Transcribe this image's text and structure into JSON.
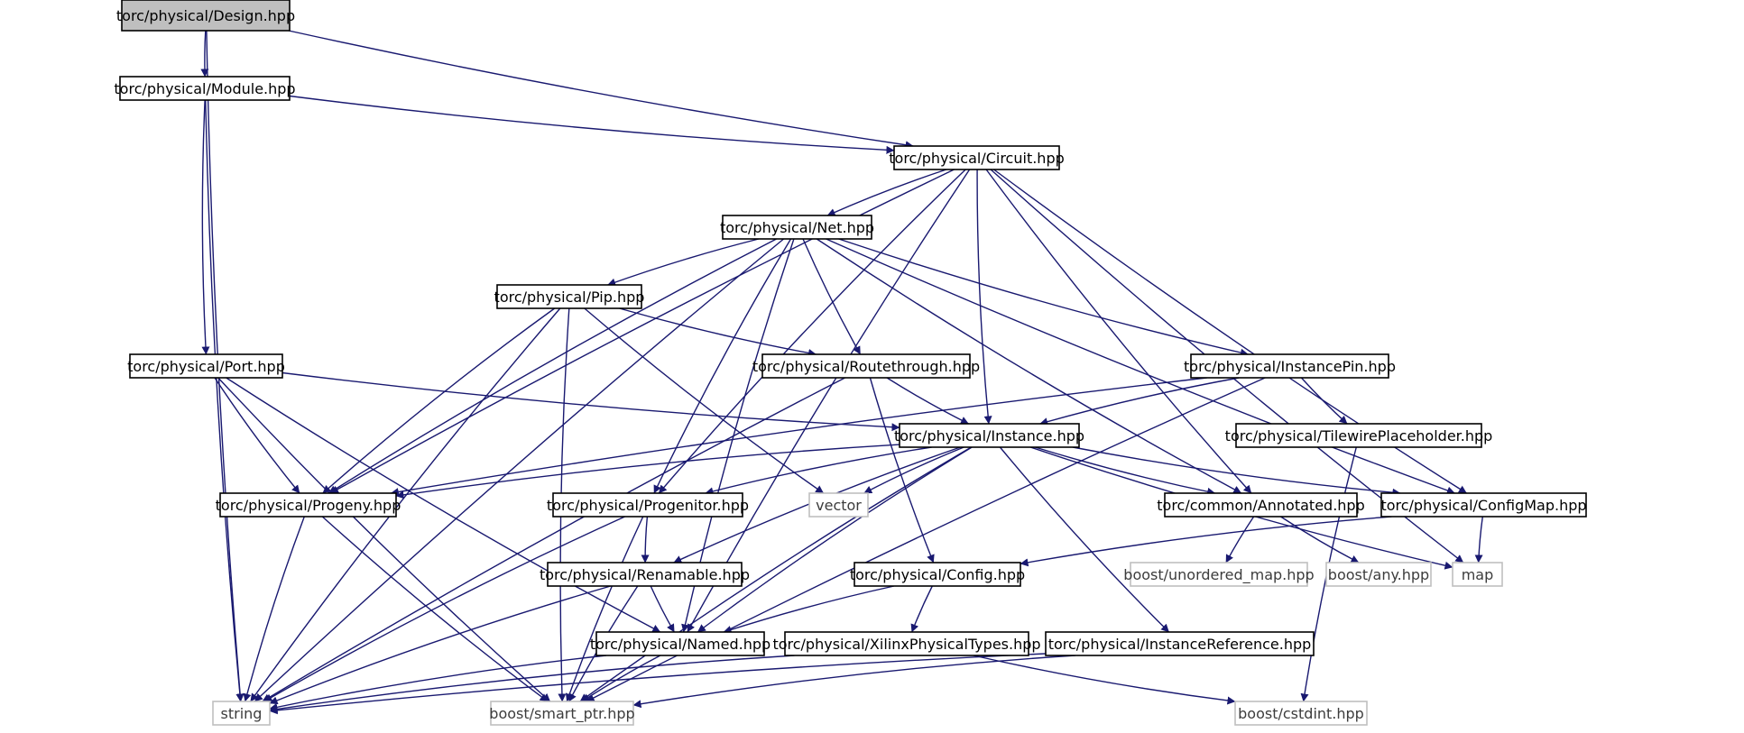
{
  "colors": {
    "edge": "#191970",
    "arrow": "#191970",
    "node_border": "#000000",
    "external_border": "#bfbfbf",
    "external_text": "#3c3c3c",
    "root_fill": "#bfbfbf",
    "node_fill": "#ffffff"
  },
  "nodes": [
    {
      "id": "design",
      "label": "torc/physical/Design.hpp",
      "kind": "root"
    },
    {
      "id": "module",
      "label": "torc/physical/Module.hpp",
      "kind": "file"
    },
    {
      "id": "circuit",
      "label": "torc/physical/Circuit.hpp",
      "kind": "file"
    },
    {
      "id": "net",
      "label": "torc/physical/Net.hpp",
      "kind": "file"
    },
    {
      "id": "pip",
      "label": "torc/physical/Pip.hpp",
      "kind": "file"
    },
    {
      "id": "port",
      "label": "torc/physical/Port.hpp",
      "kind": "file"
    },
    {
      "id": "routethrough",
      "label": "torc/physical/Routethrough.hpp",
      "kind": "file"
    },
    {
      "id": "instancepin",
      "label": "torc/physical/InstancePin.hpp",
      "kind": "file"
    },
    {
      "id": "tilewire",
      "label": "torc/physical/TilewirePlaceholder.hpp",
      "kind": "file"
    },
    {
      "id": "instance",
      "label": "torc/physical/Instance.hpp",
      "kind": "file"
    },
    {
      "id": "progeny",
      "label": "torc/physical/Progeny.hpp",
      "kind": "file"
    },
    {
      "id": "progenitor",
      "label": "torc/physical/Progenitor.hpp",
      "kind": "file"
    },
    {
      "id": "vector",
      "label": "vector",
      "kind": "external"
    },
    {
      "id": "annotated",
      "label": "torc/common/Annotated.hpp",
      "kind": "file"
    },
    {
      "id": "configmap",
      "label": "torc/physical/ConfigMap.hpp",
      "kind": "file"
    },
    {
      "id": "renamable",
      "label": "torc/physical/Renamable.hpp",
      "kind": "file"
    },
    {
      "id": "config",
      "label": "torc/physical/Config.hpp",
      "kind": "file"
    },
    {
      "id": "unordered",
      "label": "boost/unordered_map.hpp",
      "kind": "external"
    },
    {
      "id": "any",
      "label": "boost/any.hpp",
      "kind": "external"
    },
    {
      "id": "map",
      "label": "map",
      "kind": "external"
    },
    {
      "id": "named",
      "label": "torc/physical/Named.hpp",
      "kind": "file"
    },
    {
      "id": "xilinx",
      "label": "torc/physical/XilinxPhysicalTypes.hpp",
      "kind": "file"
    },
    {
      "id": "instref",
      "label": "torc/physical/InstanceReference.hpp",
      "kind": "file"
    },
    {
      "id": "string",
      "label": "string",
      "kind": "external"
    },
    {
      "id": "smartptr",
      "label": "boost/smart_ptr.hpp",
      "kind": "external"
    },
    {
      "id": "cstdint",
      "label": "boost/cstdint.hpp",
      "kind": "external"
    }
  ],
  "edges": [
    [
      "design",
      "module"
    ],
    [
      "design",
      "circuit"
    ],
    [
      "design",
      "string"
    ],
    [
      "module",
      "circuit"
    ],
    [
      "module",
      "port"
    ],
    [
      "module",
      "string"
    ],
    [
      "circuit",
      "net"
    ],
    [
      "circuit",
      "instance"
    ],
    [
      "circuit",
      "progeny"
    ],
    [
      "circuit",
      "progenitor"
    ],
    [
      "circuit",
      "annotated"
    ],
    [
      "circuit",
      "configmap"
    ],
    [
      "circuit",
      "map"
    ],
    [
      "circuit",
      "named"
    ],
    [
      "net",
      "pip"
    ],
    [
      "net",
      "routethrough"
    ],
    [
      "net",
      "instancepin"
    ],
    [
      "net",
      "progeny"
    ],
    [
      "net",
      "progenitor"
    ],
    [
      "net",
      "named"
    ],
    [
      "net",
      "annotated"
    ],
    [
      "net",
      "configmap"
    ],
    [
      "net",
      "string"
    ],
    [
      "pip",
      "routethrough"
    ],
    [
      "pip",
      "progeny"
    ],
    [
      "pip",
      "vector"
    ],
    [
      "pip",
      "string"
    ],
    [
      "pip",
      "smartptr"
    ],
    [
      "port",
      "instance"
    ],
    [
      "port",
      "progeny"
    ],
    [
      "port",
      "named"
    ],
    [
      "port",
      "smartptr"
    ],
    [
      "routethrough",
      "instance"
    ],
    [
      "routethrough",
      "config"
    ],
    [
      "routethrough",
      "string"
    ],
    [
      "instancepin",
      "instance"
    ],
    [
      "instancepin",
      "tilewire"
    ],
    [
      "instancepin",
      "progeny"
    ],
    [
      "instancepin",
      "smartptr"
    ],
    [
      "tilewire",
      "cstdint"
    ],
    [
      "instance",
      "progeny"
    ],
    [
      "instance",
      "progenitor"
    ],
    [
      "instance",
      "vector"
    ],
    [
      "instance",
      "annotated"
    ],
    [
      "instance",
      "configmap"
    ],
    [
      "instance",
      "renamable"
    ],
    [
      "instance",
      "named"
    ],
    [
      "instance",
      "instref"
    ],
    [
      "instance",
      "map"
    ],
    [
      "instance",
      "smartptr"
    ],
    [
      "progeny",
      "string"
    ],
    [
      "progeny",
      "smartptr"
    ],
    [
      "progenitor",
      "renamable"
    ],
    [
      "progenitor",
      "string"
    ],
    [
      "progenitor",
      "smartptr"
    ],
    [
      "annotated",
      "unordered"
    ],
    [
      "annotated",
      "any"
    ],
    [
      "configmap",
      "config"
    ],
    [
      "configmap",
      "map"
    ],
    [
      "renamable",
      "named"
    ],
    [
      "renamable",
      "string"
    ],
    [
      "renamable",
      "smartptr"
    ],
    [
      "config",
      "named"
    ],
    [
      "config",
      "xilinx"
    ],
    [
      "named",
      "string"
    ],
    [
      "named",
      "smartptr"
    ],
    [
      "xilinx",
      "string"
    ],
    [
      "xilinx",
      "cstdint"
    ],
    [
      "instref",
      "smartptr"
    ],
    [
      "instref",
      "string"
    ]
  ]
}
